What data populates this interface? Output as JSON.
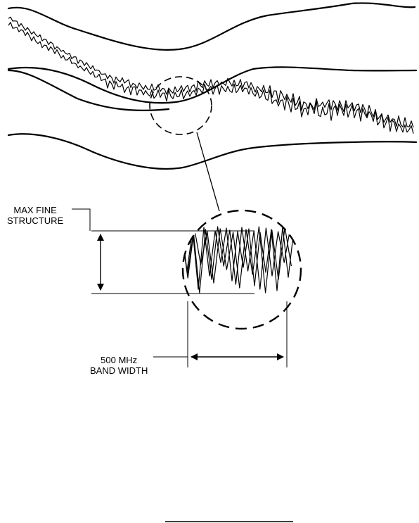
{
  "annotations": {
    "max_fine_structure": [
      "MAX FINE",
      "STRUCTURE"
    ],
    "bandwidth": [
      "500 MHz",
      "BAND WIDTH"
    ]
  },
  "colors": {
    "ink": "#000000",
    "background": "#ffffff"
  },
  "icons": [
    "double-headed-arrow",
    "dashed-magnifier-circle"
  ]
}
